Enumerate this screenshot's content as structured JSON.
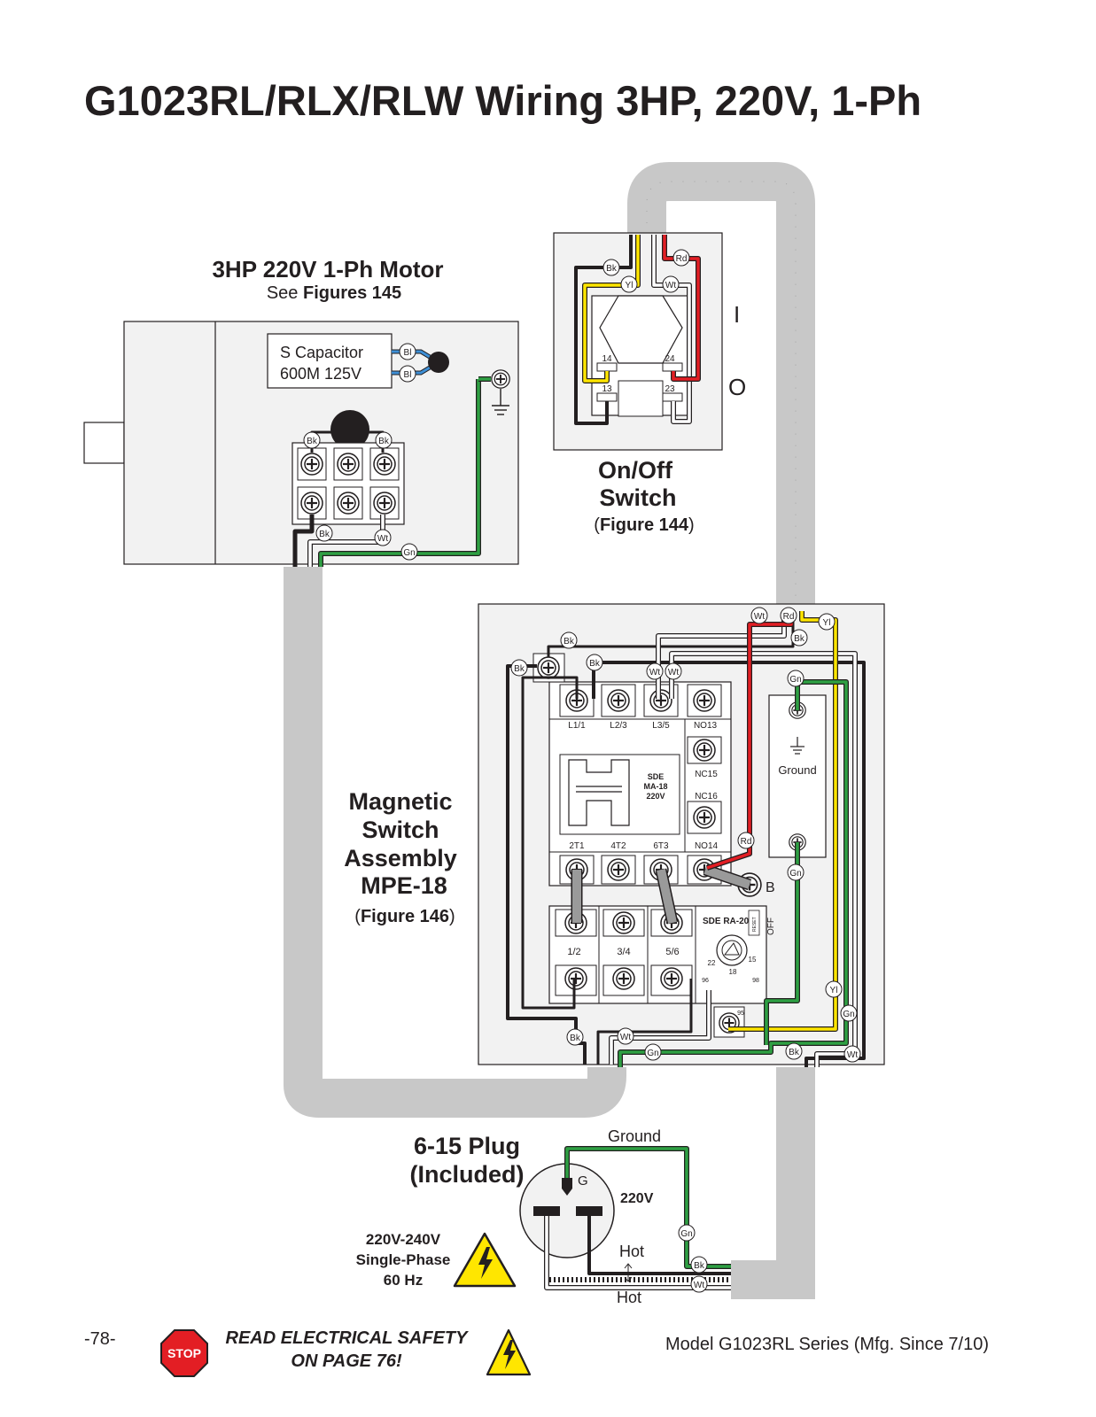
{
  "page": {
    "title": "G1023RL/RLX/RLW Wiring 3HP, 220V, 1-Ph",
    "page_number": "-78-",
    "footer_model": "Model G1023RL Series (Mfg. Since 7/10)",
    "safety_line1": "READ ELECTRICAL SAFETY",
    "safety_line2": "ON PAGE 76!",
    "stop_label": "STOP"
  },
  "motor": {
    "title": "3HP 220V 1-Ph Motor",
    "see_prefix": "See ",
    "see_ref": "Figures 145",
    "capacitor_line1": "S Capacitor",
    "capacitor_line2": "600M 125V"
  },
  "onoff": {
    "title_line1": "On/Off",
    "title_line2": "Switch",
    "figure_ref": "Figure 144",
    "on_symbol": "I",
    "off_symbol": "O",
    "terminals": [
      "14",
      "24",
      "13",
      "23"
    ]
  },
  "magnetic": {
    "title_line1": "Magnetic",
    "title_line2": "Switch",
    "title_line3": "Assembly",
    "title_line4": "MPE-18",
    "figure_ref": "Figure 146",
    "contactor_top_labels": [
      "L1/1",
      "L2/3",
      "L3/5",
      "NO13"
    ],
    "contactor_right_labels": [
      "NC15",
      "NC16",
      "NO14"
    ],
    "contactor_bottom_labels": [
      "2T1",
      "4T2",
      "6T3"
    ],
    "contactor_model": [
      "SDE",
      "MA-18",
      "220V"
    ],
    "overload_labels": [
      "1/2",
      "3/4",
      "5/6"
    ],
    "overload_model": "SDE RA-20",
    "overload_reset": "RESET",
    "overload_off": "OFF",
    "dial_values": [
      "22",
      "18",
      "15"
    ],
    "aux_labels": [
      "96",
      "98",
      "95"
    ],
    "ground_label": "Ground",
    "b_label": "B"
  },
  "plug": {
    "title_line1": "6-15 Plug",
    "title_line2": "(Included)",
    "ground_label": "Ground",
    "g_label": "G",
    "voltage_label": "220V",
    "hot_label_upper": "Hot",
    "hot_label_lower": "Hot",
    "power_line1": "220V-240V",
    "power_line2": "Single-Phase",
    "power_line3": "60 Hz"
  },
  "wire_tags": {
    "bk": "Bk",
    "wt": "Wt",
    "rd": "Rd",
    "yl": "Yl",
    "gn": "Gn",
    "bl": "Bl"
  },
  "colors": {
    "black": "#231f20",
    "white": "#ffffff",
    "red": "#e31e24",
    "yellow": "#ffe600",
    "green": "#2ea043",
    "blue": "#3d8fd6",
    "conduit": "#c8c8c8",
    "panel": "#f2f2f2"
  }
}
